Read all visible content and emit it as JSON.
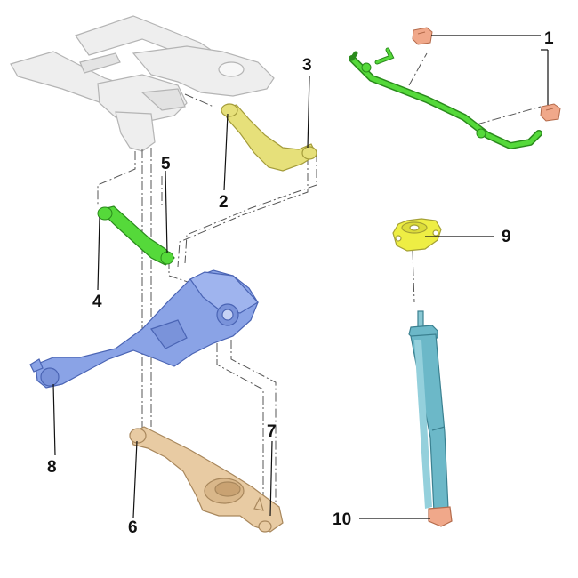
{
  "callouts": [
    "1",
    "2",
    "3",
    "4",
    "5",
    "6",
    "7",
    "8",
    "9",
    "10"
  ],
  "colors": {
    "subframe": "#eeeeee",
    "subframe_stroke": "#b4b4b4",
    "green_part": "#55d93a",
    "green_stroke": "#2a8a1c",
    "yellow_part": "#e6e07a",
    "yellow_stroke": "#a49c3a",
    "blue_part": "#8aa3e6",
    "blue_stroke": "#4a64b4",
    "tan_part": "#e8cba3",
    "tan_stroke": "#a8875c",
    "bushing": "#f0a88a",
    "shock_body": "#6cb8c8",
    "shock_stroke": "#3a8090",
    "mount_yellow": "#eeee44"
  },
  "parts": [
    {
      "callout": "1",
      "icon": "stabilizer-bushing-icon"
    },
    {
      "callout": "2",
      "icon": "upper-control-arm-icon"
    },
    {
      "callout": "3",
      "icon": "upper-control-arm-icon"
    },
    {
      "callout": "4",
      "icon": "toe-link-icon"
    },
    {
      "callout": "5",
      "icon": "toe-link-icon"
    },
    {
      "callout": "6",
      "icon": "lower-control-arm-icon"
    },
    {
      "callout": "7",
      "icon": "lower-control-arm-icon"
    },
    {
      "callout": "8",
      "icon": "trailing-arm-knuckle-icon"
    },
    {
      "callout": "9",
      "icon": "shock-top-mount-icon"
    },
    {
      "callout": "10",
      "icon": "shock-absorber-icon"
    }
  ]
}
